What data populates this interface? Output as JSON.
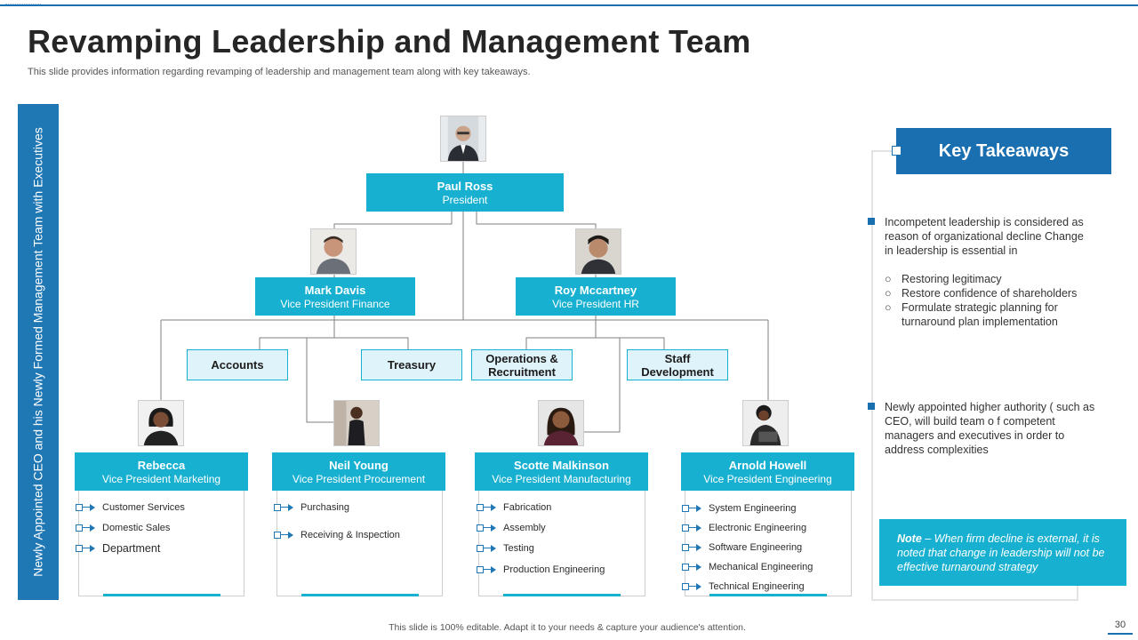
{
  "slide": {
    "title": "Revamping Leadership and Management Team",
    "subtitle": "This slide provides information regarding revamping of leadership and management team along with key takeaways.",
    "side_label": "Newly Appointed CEO and his Newly Formed Management Team with Executives",
    "footer": "This slide is 100% editable. Adapt it to your needs & capture your audience's attention.",
    "page_number": "30"
  },
  "colors": {
    "accent": "#17b0d1",
    "brand_blue": "#1a6fb0",
    "band_blue": "#1f77b4"
  },
  "org": {
    "president": {
      "name": "Paul Ross",
      "role": "President"
    },
    "vp_finance": {
      "name": "Mark Davis",
      "role": "Vice President Finance"
    },
    "vp_hr": {
      "name": "Roy Mccartney",
      "role": "Vice President HR"
    },
    "departments": [
      "Accounts",
      "Treasury",
      "Operations & Recruitment",
      "Staff Development"
    ],
    "executives": [
      {
        "name": "Rebecca",
        "role": "Vice President Marketing",
        "items": [
          "Customer Services",
          "Domestic Sales",
          "Department"
        ]
      },
      {
        "name": "Neil Young",
        "role": "Vice President Procurement",
        "items": [
          "Purchasing",
          "Receiving & Inspection"
        ]
      },
      {
        "name": "Scotte Malkinson",
        "role": "Vice President Manufacturing",
        "items": [
          "Fabrication",
          "Assembly",
          "Testing",
          "Production Engineering"
        ]
      },
      {
        "name": "Arnold Howell",
        "role": "Vice President Engineering",
        "items": [
          "System Engineering",
          "Electronic Engineering",
          "Software Engineering",
          "Mechanical Engineering",
          "Technical Engineering"
        ]
      }
    ]
  },
  "takeaways": {
    "heading": "Key Takeaways",
    "point1": "Incompetent leadership is considered as reason of organizational  decline Change  in leadership is essential in",
    "point1_subs": [
      [
        "Restoring legitimacy"
      ],
      [
        "Restore confidence of shareholders"
      ],
      [
        "Formulate strategic planning for",
        "turnaround  plan implementation"
      ]
    ],
    "point2": "Newly appointed higher authority ( such as CEO, will build team o f competent managers and executives  in order to address complexities",
    "note_label": "Note",
    "note_text": " – When firm decline is external, it is noted that change in leadership will not be effective turnaround  strategy"
  }
}
